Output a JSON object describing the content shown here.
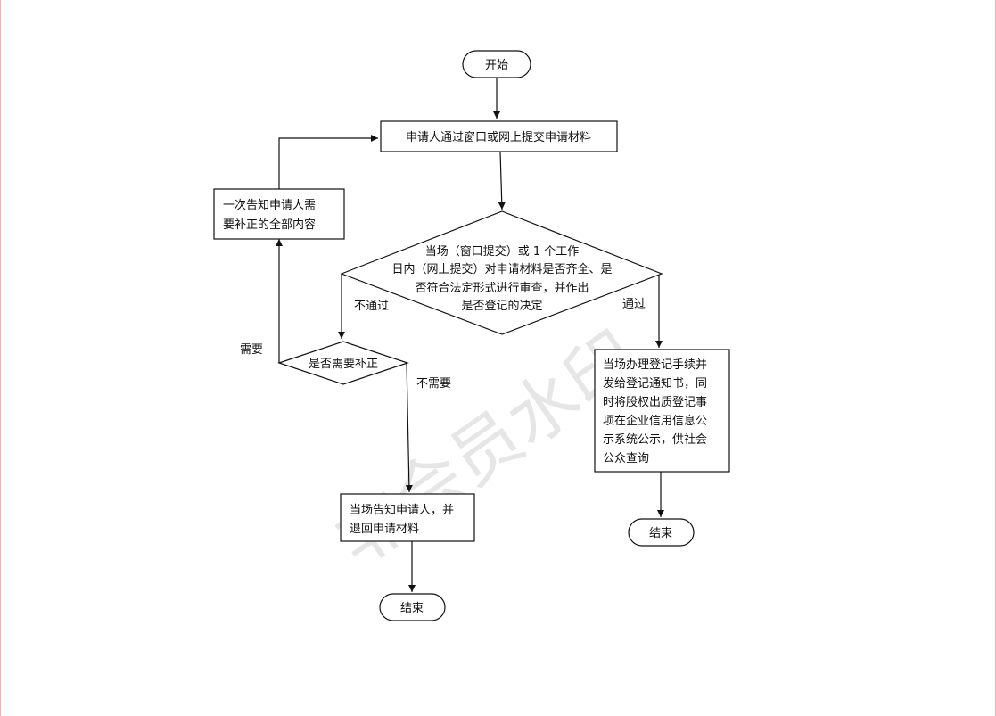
{
  "flowchart": {
    "nodes": {
      "start": {
        "label": "开始"
      },
      "submit": {
        "label": "申请人通过窗口或网上提交申请材料"
      },
      "review": {
        "lines": [
          "当场（窗口提交）或 1 个工作",
          "日内（网上提交）对申请材料是否齐全、是",
          "否符合法定形式进行审查，并作出",
          "是否登记的决定"
        ]
      },
      "notify_correction": {
        "lines": [
          "一次告知申请人需",
          "要补正的全部内容"
        ]
      },
      "need_correction": {
        "label": "是否需要补正"
      },
      "reject": {
        "lines": [
          "当场告知申请人，并",
          "退回申请材料"
        ]
      },
      "end_left": {
        "label": "结束"
      },
      "register": {
        "lines": [
          "当场办理登记手续并",
          "发给登记通知书，同",
          "时将股权出质登记事",
          "项在企业信用信息公",
          "示系统公示，供社会",
          "公众查询"
        ]
      },
      "end_right": {
        "label": "结束"
      }
    },
    "edges": {
      "fail": {
        "label": "不通过"
      },
      "pass": {
        "label": "通过"
      },
      "needed": {
        "label": "需要"
      },
      "not_needed": {
        "label": "不需要"
      }
    }
  },
  "watermark": {
    "text": "非会员水印"
  }
}
